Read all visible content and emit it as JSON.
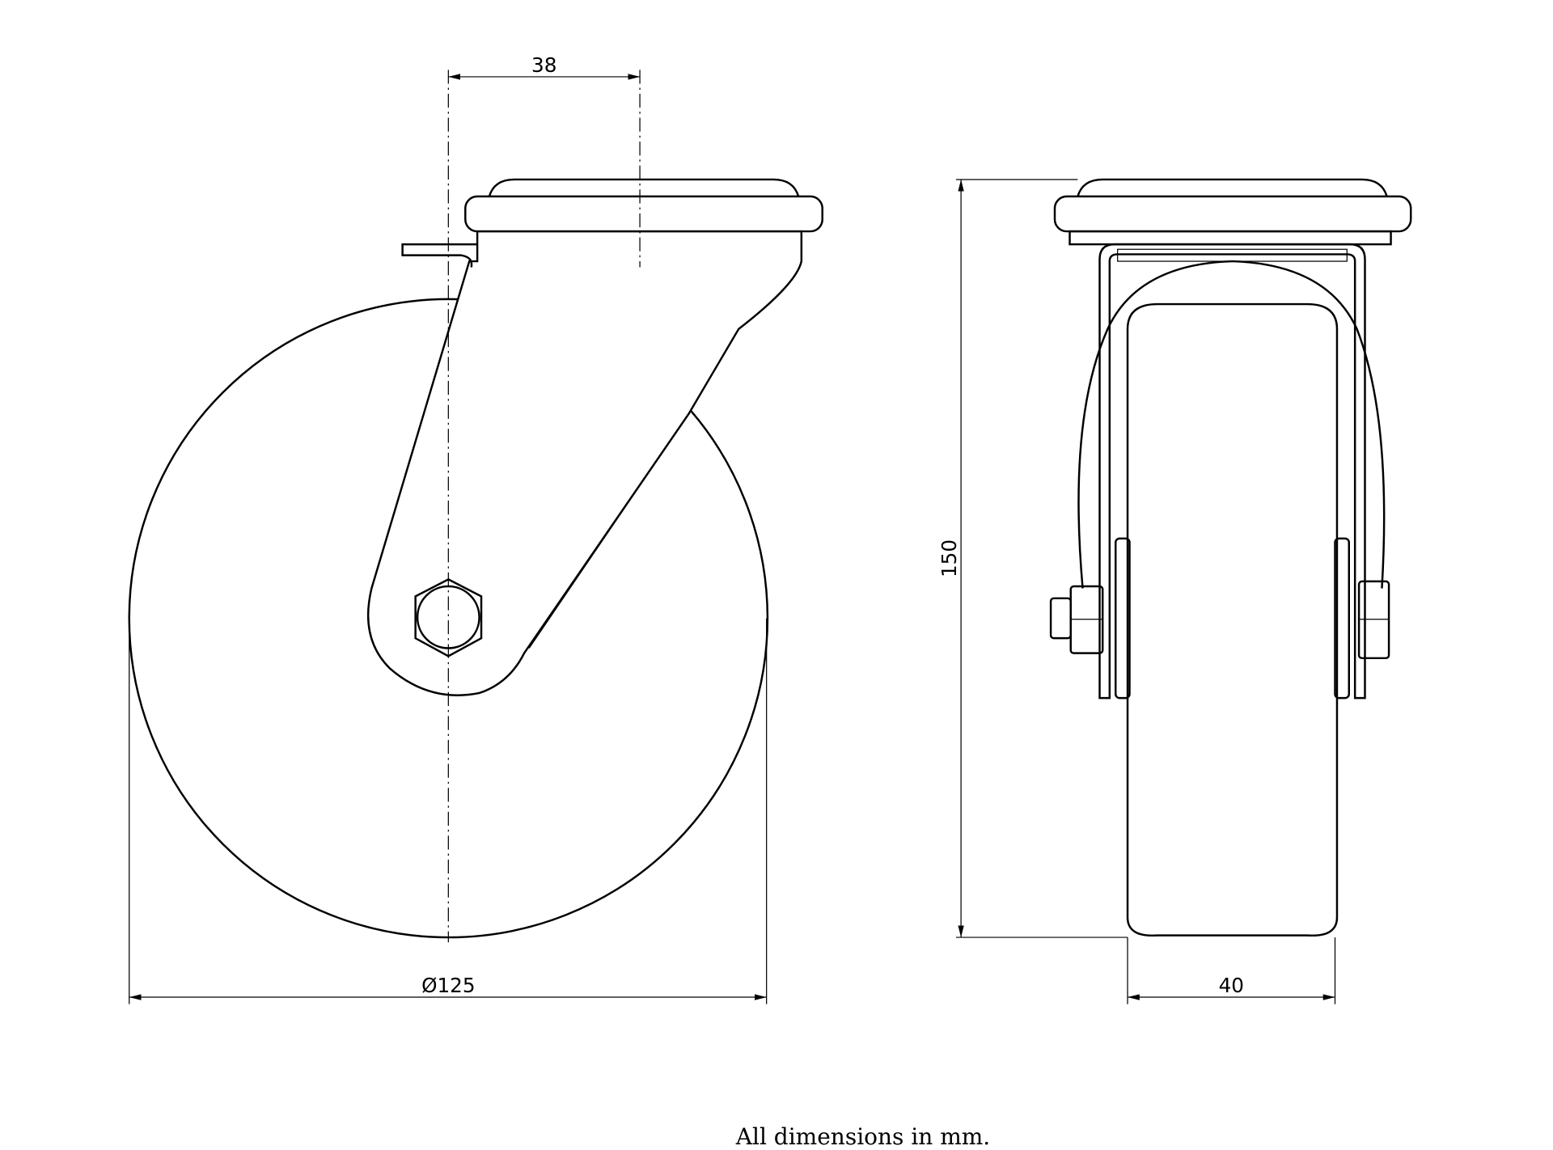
{
  "title": "Swivel castor technical drawing",
  "dimensions": {
    "offset": "38",
    "wheel_diameter": "Ø125",
    "overall_height": "150",
    "wheel_width": "40"
  },
  "footer_note": "All dimensions in mm.",
  "colors": {
    "line": "#000000",
    "background": "#ffffff"
  }
}
